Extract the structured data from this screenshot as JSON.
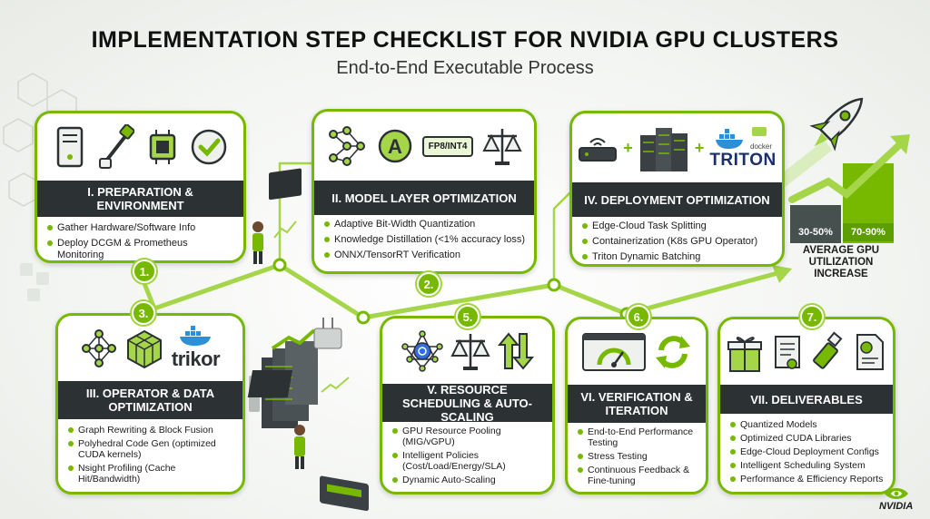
{
  "header": {
    "title": "IMPLEMENTATION STEP CHECKLIST FOR NVIDIA GPU CLUSTERS",
    "subtitle": "End-to-End Executable Process"
  },
  "colors": {
    "accent": "#76b900",
    "dark": "#2c3134",
    "light_green": "#a5d64a"
  },
  "steps": [
    {
      "number": "1.",
      "title": "I. PREPARATION & ENVIRONMENT",
      "icons": [
        "server-tower-icon",
        "network-cable-icon",
        "gpu-chip-icon",
        "check-circle-icon"
      ],
      "items": [
        "Gather Hardware/Software Info",
        "Deploy DCGM & Prometheus Monitoring"
      ]
    },
    {
      "number": "2.",
      "title": "II. MODEL LAYER OPTIMIZATION",
      "icons": [
        "neural-network-icon",
        "quantize-a-icon",
        "balance-scale-icon"
      ],
      "badge": "FP8/INT4",
      "items": [
        "Adaptive Bit-Width Quantization",
        "Knowledge Distillation (<1% accuracy loss)",
        "ONNX/TensorRT Verification"
      ]
    },
    {
      "number": "3.",
      "title": "III. OPERATOR & DATA OPTIMIZATION",
      "icons": [
        "graph-network-icon",
        "cube-grid-icon",
        "docker-whale-icon"
      ],
      "logo_text": "trikor",
      "items": [
        "Graph Rewriting & Block Fusion",
        "Polyhedral Code Gen (optimized CUDA kernels)",
        "Nsight Profiling (Cache Hit/Bandwidth)"
      ]
    },
    {
      "title": "IV. DEPLOYMENT OPTIMIZATION",
      "icons": [
        "edge-router-icon",
        "server-rack-icon",
        "docker-whale-icon"
      ],
      "logo_text": "TRITON",
      "docker_text": "docker",
      "items": [
        "Edge-Cloud Task Splitting",
        "Containerization (K8s GPU Operator)",
        "Triton Dynamic Batching"
      ]
    },
    {
      "number": "5.",
      "title": "V. RESOURCE SCHEDULING & AUTO-SCALING",
      "icons": [
        "kubernetes-wheel-icon",
        "balance-scale-icon",
        "up-down-arrows-icon"
      ],
      "items": [
        "GPU Resource Pooling (MIG/vGPU)",
        "Intelligent Policies (Cost/Load/Energy/SLA)",
        "Dynamic Auto-Scaling"
      ]
    },
    {
      "number": "6.",
      "title": "VI. VERIFICATION & ITERATION",
      "icons": [
        "dashboard-gauge-icon",
        "refresh-cycle-icon"
      ],
      "items": [
        "End-to-End Performance Testing",
        "Stress Testing",
        "Continuous Feedback & Fine-tuning"
      ]
    },
    {
      "number": "7.",
      "title": "VII. DELIVERABLES",
      "icons": [
        "gift-box-icon",
        "scroll-icon",
        "usb-drive-icon",
        "report-icon"
      ],
      "items": [
        "Quantized Models",
        "Optimized CUDA Libraries",
        "Edge-Cloud Deployment Configs",
        "Intelligent Scheduling System",
        "Performance & Efficiency Reports"
      ]
    }
  ],
  "utilization": {
    "before": "30-50%",
    "after": "70-90%",
    "label": "AVERAGE GPU UTILIZATION INCREASE",
    "before_fill": 0.4,
    "after_fill": 0.8
  },
  "brand": {
    "logo_text": "NVIDIA"
  }
}
